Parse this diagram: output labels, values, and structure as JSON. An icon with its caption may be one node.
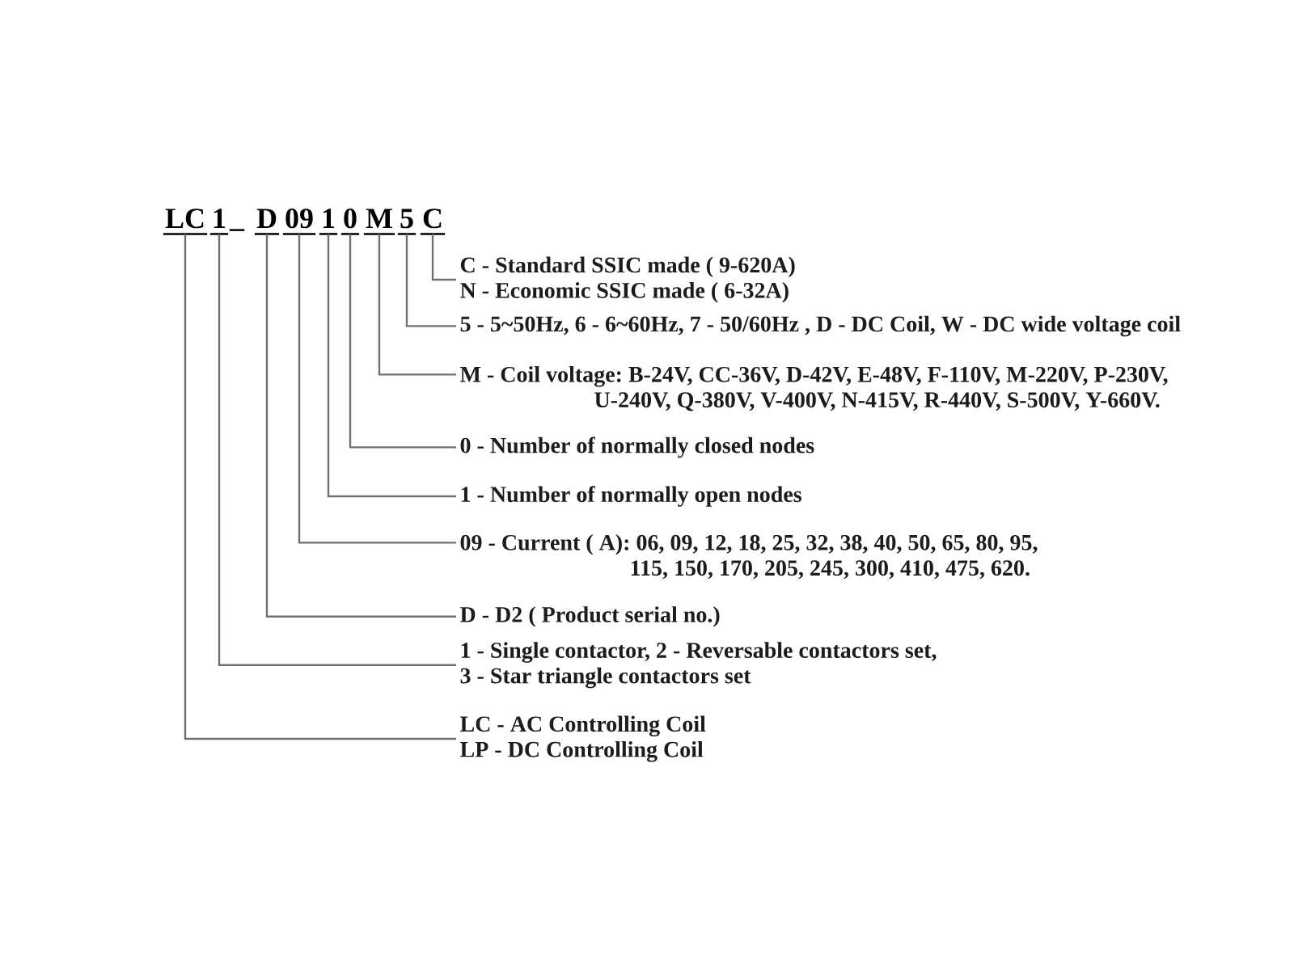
{
  "diagram": {
    "nodes": [
      {
        "text": [
          "LC"
        ]
      },
      {
        "text": [
          "1"
        ]
      },
      {
        "text": [
          "D"
        ]
      },
      {
        "text": [
          "09"
        ]
      },
      {
        "text": [
          "1"
        ]
      },
      {
        "text": [
          "0"
        ]
      },
      {
        "text": [
          "M"
        ]
      },
      {
        "text": [
          "5"
        ]
      },
      {
        "text": [
          "C"
        ]
      },
      {
        "text": [
          "C - Standard SSIC made ( 9-620A)",
          "N - Economic SSIC made ( 6-32A)"
        ]
      },
      {
        "text": [
          "5 - 5~50Hz, 6 - 6~60Hz, 7 - 50/60Hz , D - DC Coil, W - DC wide voltage coil"
        ]
      },
      {
        "text": [
          "M - Coil voltage: B-24V, CC-36V, D-42V, E-48V, F-110V, M-220V, P-230V, U-240V, Q-380V, V-400V, N-415V, R-440V, S-500V, Y-660V."
        ]
      },
      {
        "text": [
          "0 - Number of normally closed nodes"
        ]
      },
      {
        "text": [
          "1 - Number of normally open nodes"
        ]
      },
      {
        "text": [
          "09 - Current ( A): 06, 09, 12, 18, 25, 32, 38, 40, 50, 65, 80, 95, 115, 150, 170, 205, 245, 300, 410, 475, 620."
        ]
      },
      {
        "text": [
          "D - D2 ( Product serial no.)"
        ]
      },
      {
        "text": [
          "1 - Single contactor, 2 - Reversable contactors set, 3 - Star triangle contactors set"
        ]
      },
      {
        "text": [
          "LC - AC Controlling Coil",
          "LP - DC Controlling Coil"
        ]
      }
    ],
    "edges": [
      {
        "from": 8,
        "to": 9,
        "arrow": "none"
      },
      {
        "from": 7,
        "to": 10,
        "arrow": "none"
      },
      {
        "from": 6,
        "to": 11,
        "arrow": "none"
      },
      {
        "from": 5,
        "to": 12,
        "arrow": "none"
      },
      {
        "from": 4,
        "to": 13,
        "arrow": "none"
      },
      {
        "from": 3,
        "to": 14,
        "arrow": "none"
      },
      {
        "from": 2,
        "to": 15,
        "arrow": "none"
      },
      {
        "from": 1,
        "to": 16,
        "arrow": "none"
      },
      {
        "from": 0,
        "to": 17,
        "arrow": "none"
      }
    ],
    "labels": [
      "–"
    ]
  }
}
